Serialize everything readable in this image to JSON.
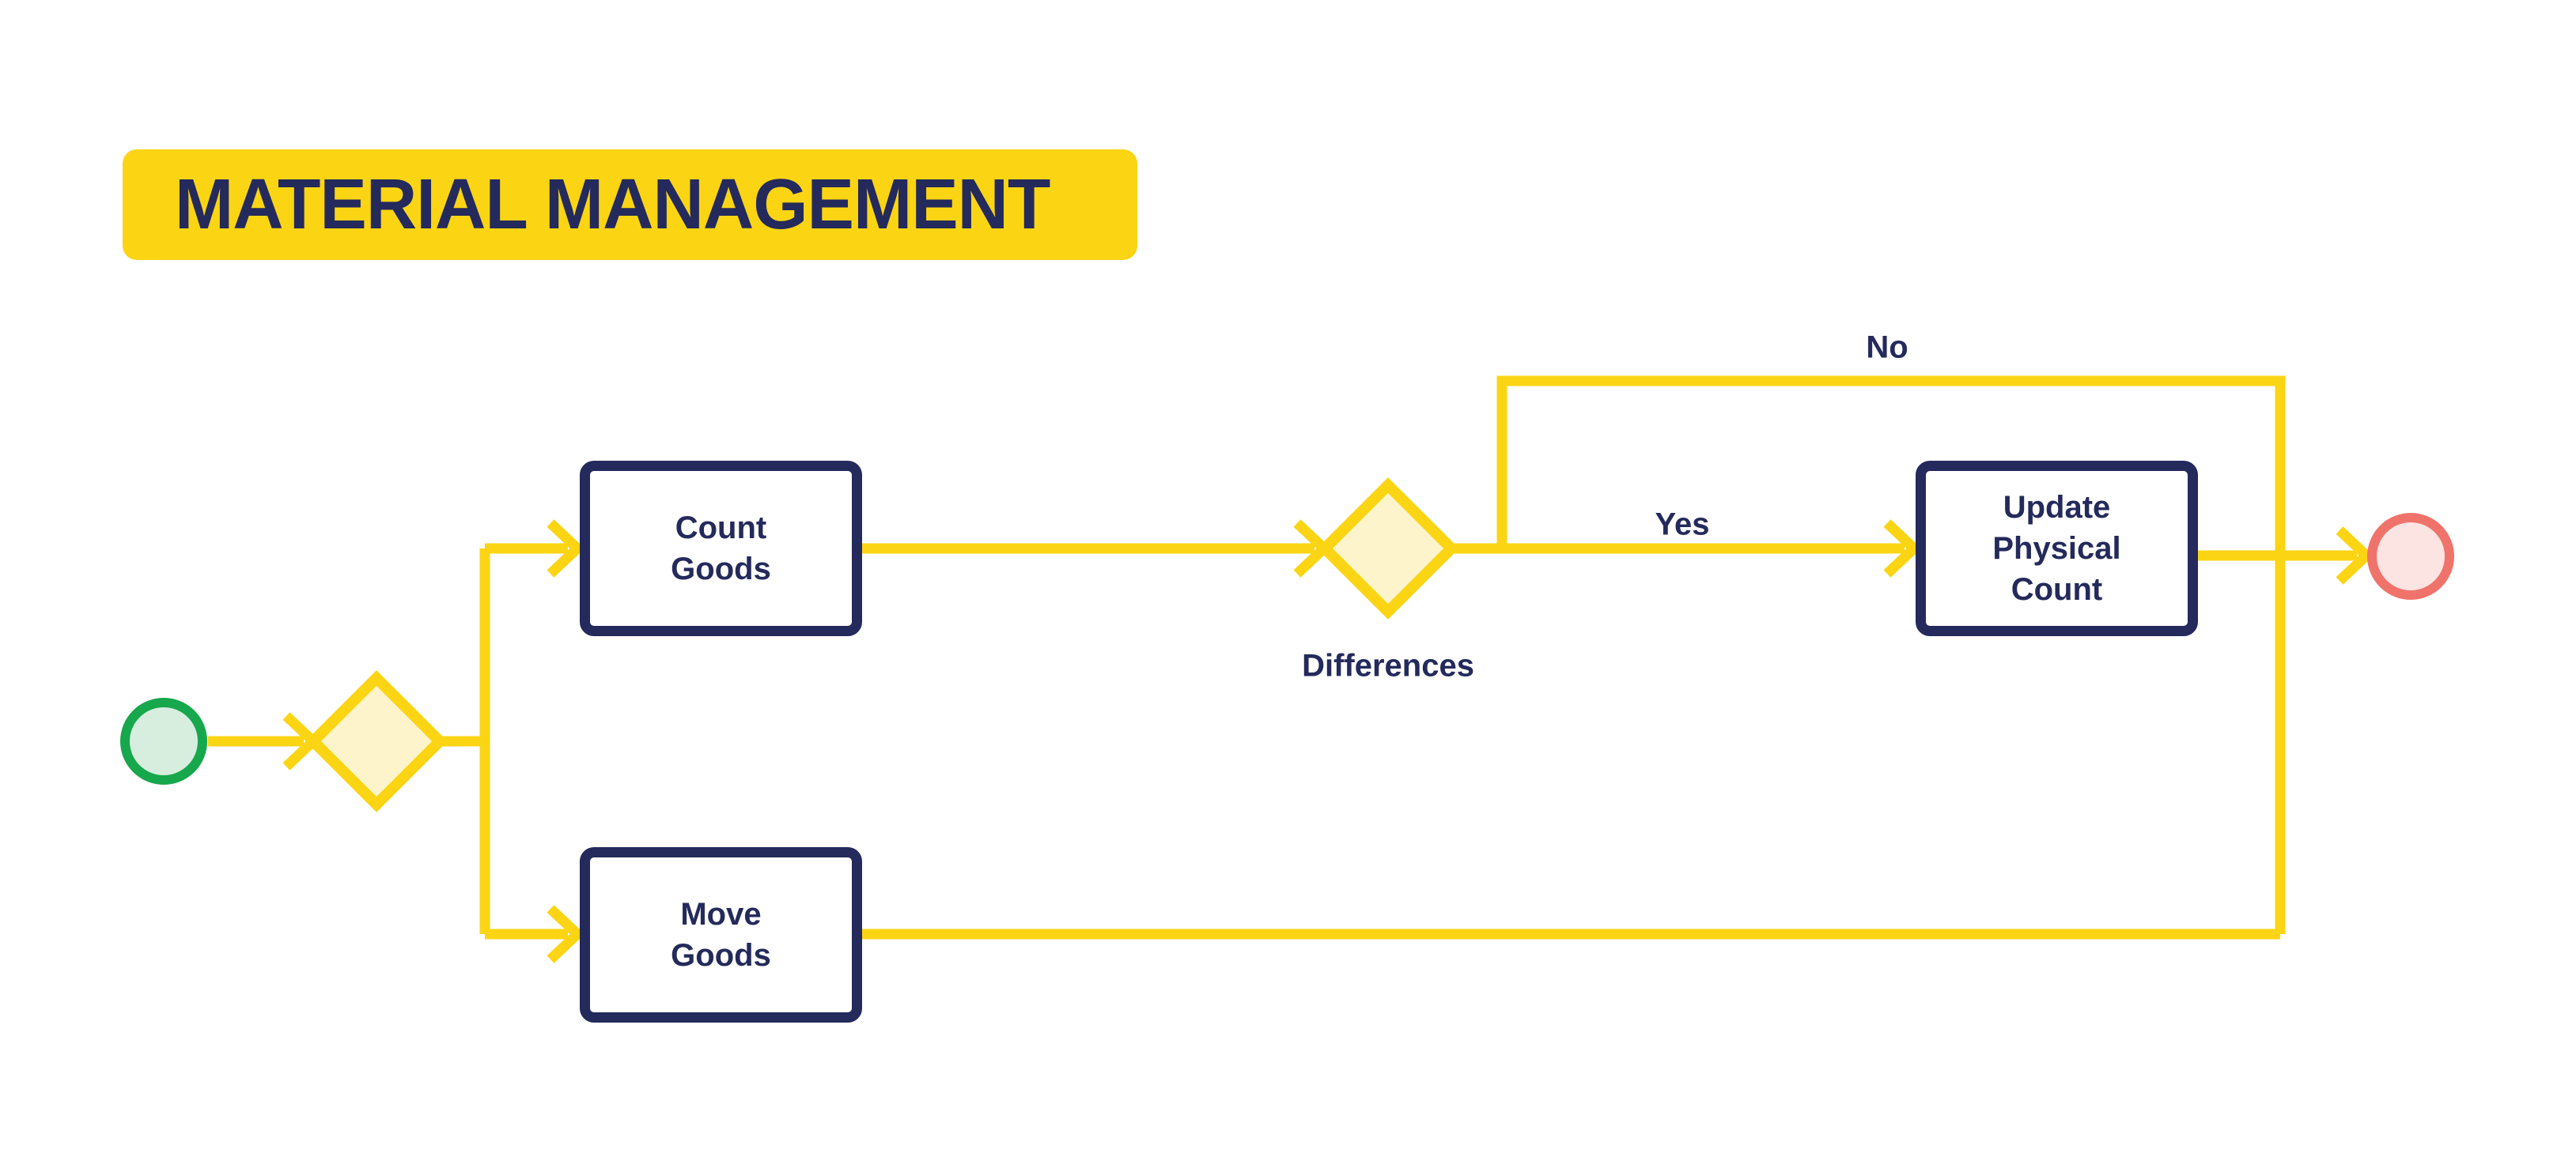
{
  "title": {
    "label": "MATERIAL MANAGEMENT"
  },
  "colors": {
    "yellow": "#FBD513",
    "yellow_pale": "#FDF4CC",
    "navy": "#242A5B",
    "green": "#17A74C",
    "green_pale": "#D7EEDF",
    "coral": "#F0736B",
    "coral_pale": "#FBE4E2",
    "white": "#FFFFFF"
  },
  "flowchart": {
    "nodes": {
      "start_event": {
        "type": "start-event"
      },
      "split_gateway": {
        "type": "gateway"
      },
      "count_goods": {
        "label": "Count\nGoods"
      },
      "move_goods": {
        "label": "Move\nGoods"
      },
      "differences_gateway": {
        "type": "gateway",
        "label": "Differences"
      },
      "update_physical_count": {
        "label": "Update\nPhysical\nCount"
      },
      "end_event": {
        "type": "end-event"
      }
    },
    "edge_labels": {
      "yes": "Yes",
      "no": "No"
    }
  }
}
